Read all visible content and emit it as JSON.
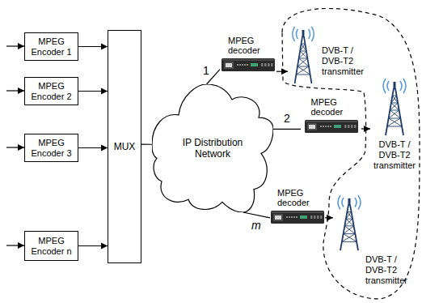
{
  "diagram": {
    "nodes": [
      {
        "text": [
          "MPEG Encoder 1"
        ]
      },
      {
        "text": [
          "MPEG Encoder 2"
        ]
      },
      {
        "text": [
          "MPEG Encoder 3"
        ]
      },
      {
        "text": [
          "MPEG Encoder n"
        ]
      },
      {
        "text": [
          "MUX"
        ]
      },
      {
        "text": [
          "IP Distribution Network"
        ]
      },
      {
        "text": [
          "MPEG decoder"
        ]
      },
      {
        "text": [
          "DVB-T / DVB-T2 transmitter"
        ]
      },
      {
        "text": [
          "MPEG decoder"
        ]
      },
      {
        "text": [
          "DVB-T / DVB-T2 transmitter"
        ]
      },
      {
        "text": [
          "MPEG decoder"
        ]
      },
      {
        "text": [
          "DVB-T / DVB-T2 transmitter"
        ]
      }
    ],
    "edges": [
      {
        "from": 0,
        "to": 4,
        "arrow": "to"
      },
      {
        "from": 1,
        "to": 4,
        "arrow": "to"
      },
      {
        "from": 2,
        "to": 4,
        "arrow": "to"
      },
      {
        "from": 3,
        "to": 4,
        "arrow": "to"
      },
      {
        "from": 4,
        "to": 5,
        "arrow": "none"
      },
      {
        "from": 5,
        "to": 6,
        "label": "1",
        "arrow": "none"
      },
      {
        "from": 5,
        "to": 8,
        "label": "2",
        "arrow": "none"
      },
      {
        "from": 5,
        "to": 10,
        "label": "m",
        "arrow": "none"
      },
      {
        "from": 6,
        "to": 7,
        "arrow": "to"
      },
      {
        "from": 8,
        "to": 9,
        "arrow": "to"
      },
      {
        "from": 10,
        "to": 11,
        "arrow": "to"
      }
    ]
  }
}
